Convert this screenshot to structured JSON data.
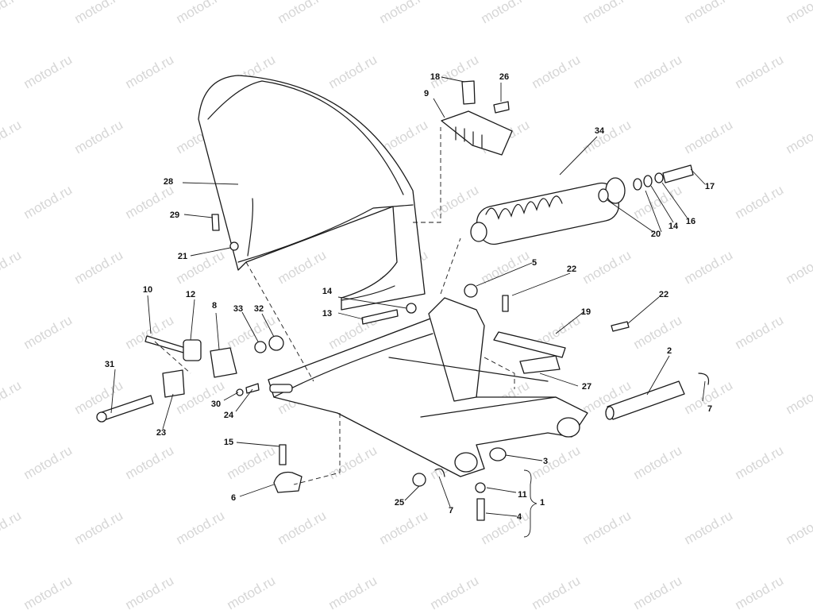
{
  "colors": {
    "line": "#1a1a1a",
    "text": "#111111",
    "watermark": "#d6d6d6",
    "background": "#ffffff"
  },
  "watermark": {
    "text": "motod.ru"
  },
  "callouts": [
    {
      "id": "c1",
      "text": "1"
    },
    {
      "id": "c2",
      "text": "2"
    },
    {
      "id": "c3",
      "text": "3"
    },
    {
      "id": "c4",
      "text": "4"
    },
    {
      "id": "c5",
      "text": "5"
    },
    {
      "id": "c6",
      "text": "6"
    },
    {
      "id": "c7a",
      "text": "7"
    },
    {
      "id": "c7b",
      "text": "7"
    },
    {
      "id": "c8",
      "text": "8"
    },
    {
      "id": "c9",
      "text": "9"
    },
    {
      "id": "c10",
      "text": "10"
    },
    {
      "id": "c11",
      "text": "11"
    },
    {
      "id": "c12",
      "text": "12"
    },
    {
      "id": "c13",
      "text": "13"
    },
    {
      "id": "c14a",
      "text": "14"
    },
    {
      "id": "c14b",
      "text": "14"
    },
    {
      "id": "c15",
      "text": "15"
    },
    {
      "id": "c16",
      "text": "16"
    },
    {
      "id": "c17",
      "text": "17"
    },
    {
      "id": "c18",
      "text": "18"
    },
    {
      "id": "c19",
      "text": "19"
    },
    {
      "id": "c20",
      "text": "20"
    },
    {
      "id": "c21",
      "text": "21"
    },
    {
      "id": "c22a",
      "text": "22"
    },
    {
      "id": "c22b",
      "text": "22"
    },
    {
      "id": "c23",
      "text": "23"
    },
    {
      "id": "c24",
      "text": "24"
    },
    {
      "id": "c25",
      "text": "25"
    },
    {
      "id": "c26",
      "text": "26"
    },
    {
      "id": "c27",
      "text": "27"
    },
    {
      "id": "c28",
      "text": "28"
    },
    {
      "id": "c29",
      "text": "29"
    },
    {
      "id": "c30",
      "text": "30"
    },
    {
      "id": "c31",
      "text": "31"
    },
    {
      "id": "c32",
      "text": "32"
    },
    {
      "id": "c33",
      "text": "33"
    },
    {
      "id": "c34",
      "text": "34"
    }
  ]
}
